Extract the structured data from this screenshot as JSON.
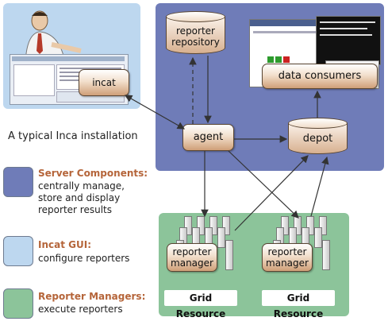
{
  "caption": "A typical Inca installation",
  "nodes": {
    "reporter_repository": "reporter\nrepository",
    "incat": "incat",
    "data_consumers": "data consumers",
    "agent": "agent",
    "depot": "depot",
    "reporter_manager_1": "reporter\nmanager",
    "reporter_manager_2": "reporter\nmanager"
  },
  "grid_resources": [
    "Grid Resource",
    "Grid Resource"
  ],
  "legend": [
    {
      "title": "Server Components:",
      "text": [
        "centrally manage,",
        "store and display",
        "reporter results"
      ],
      "color": "#6f7cb8"
    },
    {
      "title": "Incat GUI:",
      "text": [
        "configure reporters"
      ],
      "color": "#bdd7ef"
    },
    {
      "title": "Reporter Managers:",
      "text": [
        "execute reporters"
      ],
      "color": "#8cc49a"
    }
  ],
  "colors": {
    "server_panel": "#6f7cb8",
    "gui_panel": "#bdd7ef",
    "manager_panel": "#8cc49a",
    "legend_title": "#b5653a"
  }
}
